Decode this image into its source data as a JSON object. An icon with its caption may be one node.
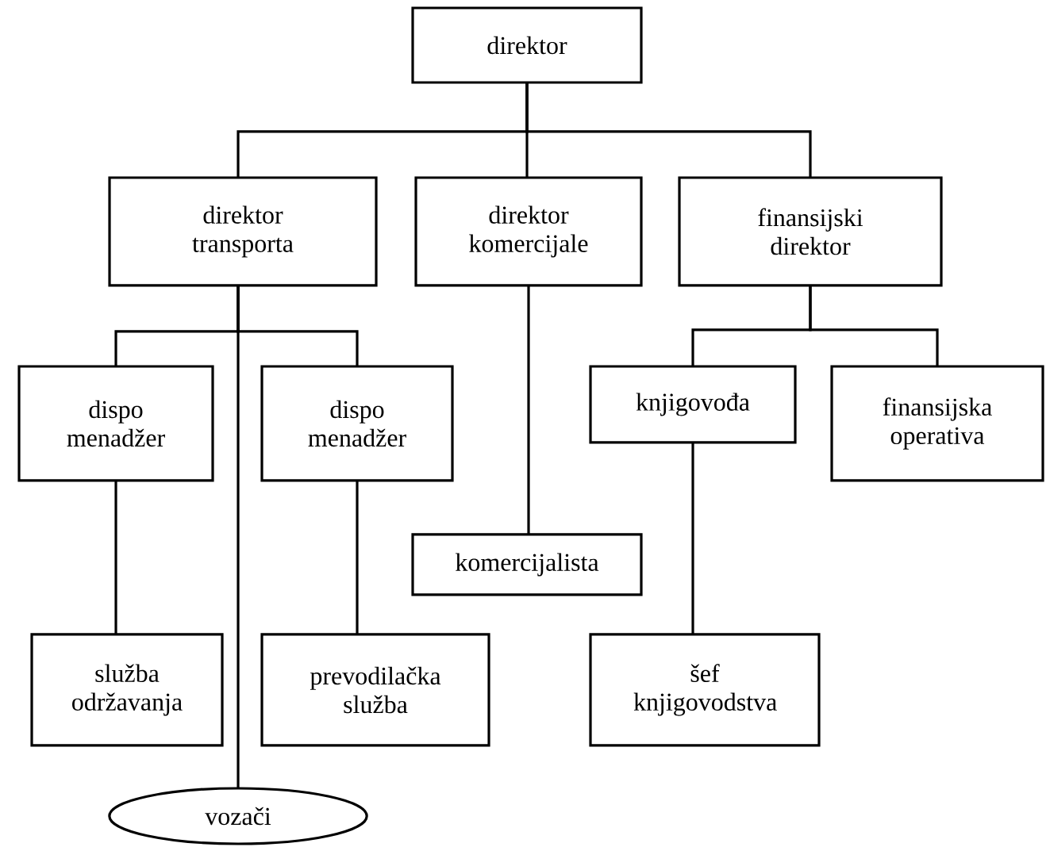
{
  "diagram": {
    "nodes": [
      {
        "text": [
          "direktor"
        ]
      },
      {
        "text": [
          "direktor transporta"
        ]
      },
      {
        "text": [
          "direktor komercijale"
        ]
      },
      {
        "text": [
          "finansijski direktor"
        ]
      },
      {
        "text": [
          "dispo menadžer"
        ]
      },
      {
        "text": [
          "dispo menadžer"
        ]
      },
      {
        "text": [
          "knjigovođa"
        ]
      },
      {
        "text": [
          "finansijska operativa"
        ]
      },
      {
        "text": [
          "komercijalista"
        ]
      },
      {
        "text": [
          "služba održavanja"
        ]
      },
      {
        "text": [
          "prevodilačka služba"
        ]
      },
      {
        "text": [
          "šef knjigovodstva"
        ]
      },
      {
        "text": [
          "vozači"
        ]
      }
    ],
    "edges": [
      {
        "from": 0,
        "to": 1,
        "arrow": "none"
      },
      {
        "from": 0,
        "to": 2,
        "arrow": "none"
      },
      {
        "from": 0,
        "to": 3,
        "arrow": "none"
      },
      {
        "from": 1,
        "to": 4,
        "arrow": "none"
      },
      {
        "from": 1,
        "to": 5,
        "arrow": "none"
      },
      {
        "from": 1,
        "to": 12,
        "arrow": "none"
      },
      {
        "from": 2,
        "to": 8,
        "arrow": "none"
      },
      {
        "from": 3,
        "to": 6,
        "arrow": "none"
      },
      {
        "from": 3,
        "to": 7,
        "arrow": "none"
      },
      {
        "from": 4,
        "to": 9,
        "arrow": "none"
      },
      {
        "from": 5,
        "to": 10,
        "arrow": "none"
      },
      {
        "from": 6,
        "to": 11,
        "arrow": "none"
      }
    ]
  }
}
